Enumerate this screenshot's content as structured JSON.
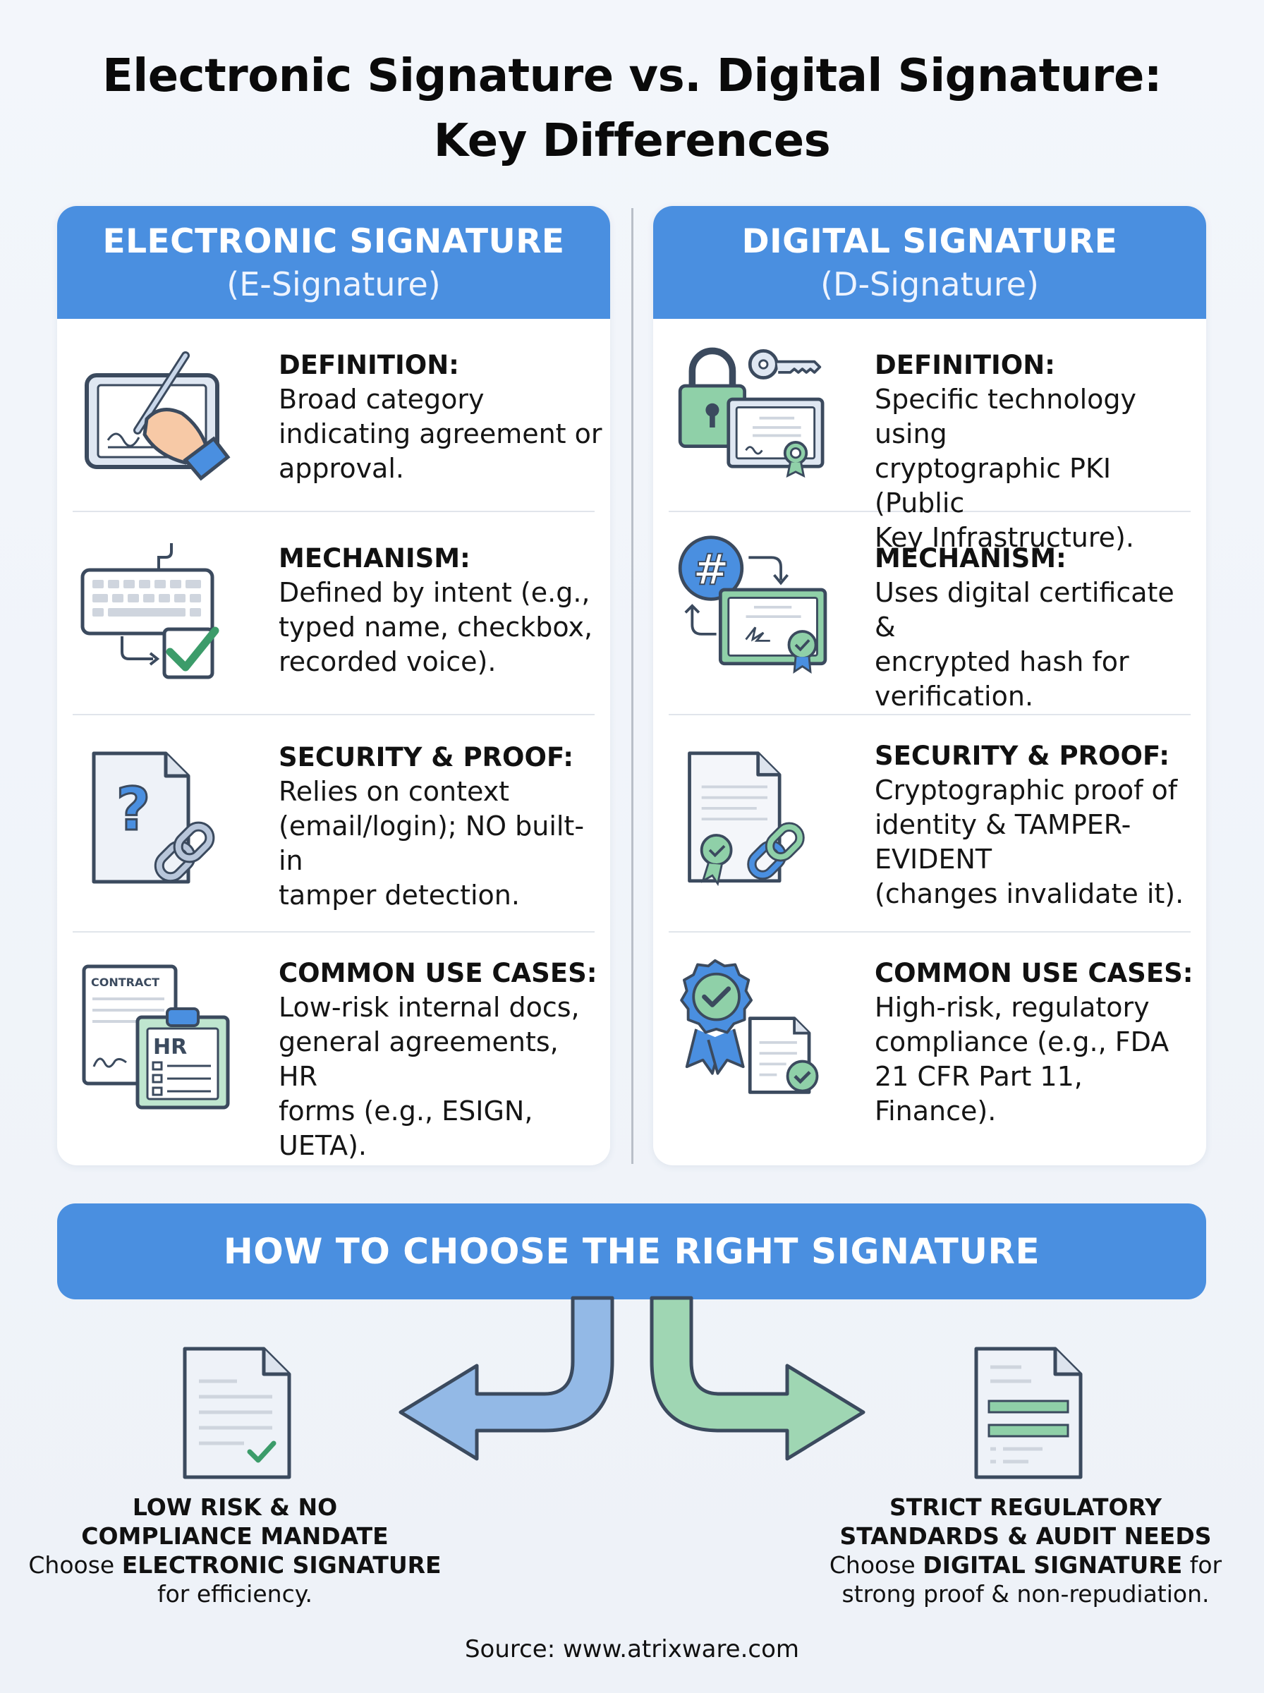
{
  "title": {
    "line1": "Electronic Signature vs. Digital Signature:",
    "line2": "Key Differences"
  },
  "left": {
    "heading": "ELECTRONIC SIGNATURE",
    "subheading": "(E-Signature)",
    "rows": [
      {
        "label": "DEFINITION:",
        "text": "Broad category\nindicating agreement or\napproval.",
        "icon": "tablet-pen-hand-icon"
      },
      {
        "label": "MECHANISM:",
        "text": "Defined by intent (e.g.,\ntyped name, checkbox,\nrecorded voice).",
        "icon": "keyboard-checkbox-icon"
      },
      {
        "label": "SECURITY & PROOF:",
        "text": "Relies on context\n(email/login); NO built-in\ntamper detection.",
        "icon": "question-document-link-icon"
      },
      {
        "label": "COMMON USE CASES:",
        "text": "Low-risk internal docs,\ngeneral agreements, HR\nforms (e.g., ESIGN,\nUETA).",
        "icon": "contract-hr-clipboard-icon",
        "icon_labels": [
          "CONTRACT",
          "HR"
        ]
      }
    ]
  },
  "right": {
    "heading": "DIGITAL SIGNATURE",
    "subheading": "(D-Signature)",
    "rows": [
      {
        "label": "DEFINITION:",
        "text": "Specific technology using\ncryptographic PKI (Public\nKey Infrastructure).",
        "icon": "lock-key-certificate-icon"
      },
      {
        "label": "MECHANISM:",
        "text": "Uses digital certificate &\nencrypted hash for\nverification.",
        "icon": "hash-certificate-icon",
        "icon_labels": [
          "#"
        ]
      },
      {
        "label": "SECURITY & PROOF:",
        "text": "Cryptographic proof of\nidentity & TAMPER-\nEVIDENT\n(changes invalidate it).",
        "icon": "document-seal-link-icon"
      },
      {
        "label": "COMMON USE CASES:",
        "text": "High-risk, regulatory\ncompliance (e.g., FDA\n21 CFR Part 11,\nFinance).",
        "icon": "badge-document-check-icon"
      }
    ]
  },
  "banner": "HOW TO CHOOSE THE RIGHT SIGNATURE",
  "outcome_left": {
    "line1": "LOW RISK & NO",
    "line2": "COMPLIANCE MANDATE",
    "pre": "Choose ",
    "strong": "ELECTRONIC SIGNATURE",
    "post": "for efficiency."
  },
  "outcome_right": {
    "line1": "STRICT REGULATORY",
    "line2": "STANDARDS & AUDIT NEEDS",
    "pre": "Choose ",
    "strong": "DIGITAL SIGNATURE",
    "post_inline": " for",
    "post": "strong proof & non-repudiation."
  },
  "source": "Source: www.atrixware.com",
  "colors": {
    "blue": "#4a8fe0",
    "green": "#8fd0a8",
    "green_dark": "#2f8a5c",
    "outline": "#3b4a5e"
  }
}
